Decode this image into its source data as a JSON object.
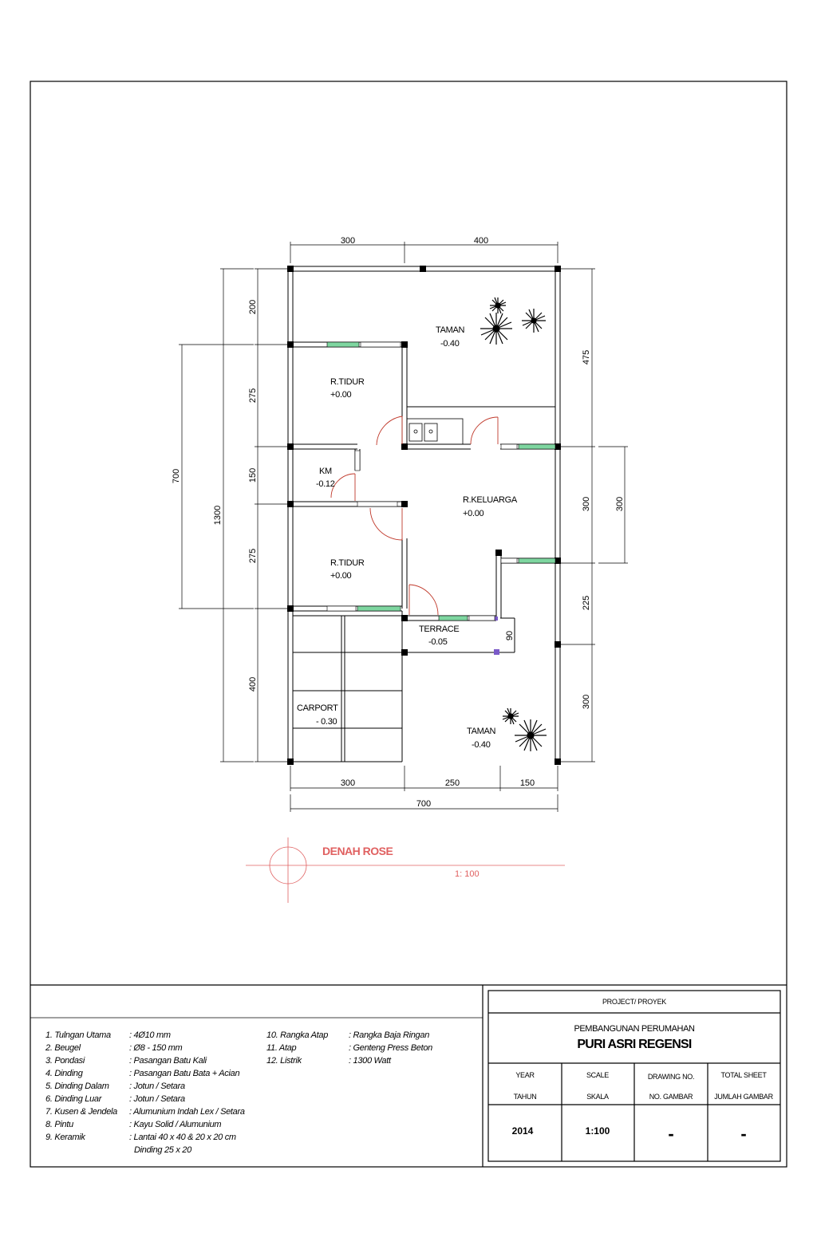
{
  "plan": {
    "top_dims": [
      "300",
      "400"
    ],
    "bottom_dims": [
      "300",
      "250",
      "150"
    ],
    "total_width": "700",
    "left_dims": [
      "200",
      "275",
      "150",
      "275",
      "400"
    ],
    "left_total_inner": "700",
    "left_total": "1300",
    "right_dims": [
      "475",
      "300",
      "225",
      "300"
    ],
    "right_outer": "300",
    "terrace_depth": "90",
    "rooms": [
      {
        "id": "taman-top",
        "name": "TAMAN",
        "level": "-0.40"
      },
      {
        "id": "tidur-1",
        "name": "R.TIDUR",
        "level": "+0.00"
      },
      {
        "id": "km",
        "name": "KM",
        "level": "-0.12"
      },
      {
        "id": "keluarga",
        "name": "R.KELUARGA",
        "level": "+0.00"
      },
      {
        "id": "tidur-2",
        "name": "R.TIDUR",
        "level": "+0.00"
      },
      {
        "id": "terrace",
        "name": "TERRACE",
        "level": "-0.05"
      },
      {
        "id": "carport",
        "name": "CARPORT",
        "level": "- 0.30"
      },
      {
        "id": "taman-bottom",
        "name": "TAMAN",
        "level": "-0.40"
      }
    ],
    "caption_title": "DENAH ROSE",
    "caption_scale": "1: 100",
    "accent_color": "#e06060",
    "window_color": "#7ed6a0"
  },
  "specs": [
    {
      "label": "1. Tulngan Utama",
      "value": ": 4Ø10 mm"
    },
    {
      "label": "2. Beugel",
      "value": ": Ø8 - 150 mm"
    },
    {
      "label": "3. Pondasi",
      "value": ": Pasangan Batu Kali"
    },
    {
      "label": "4. Dinding",
      "value": ": Pasangan Batu Bata + Acian"
    },
    {
      "label": "5. Dinding  Dalam",
      "value": ": Jotun / Setara"
    },
    {
      "label": "6. Dinding Luar",
      "value": ": Jotun / Setara"
    },
    {
      "label": "7. Kusen & Jendela",
      "value": ": Alumunium Indah Lex / Setara"
    },
    {
      "label": "8. Pintu",
      "value": ": Kayu Solid / Alumunium"
    },
    {
      "label": "9. Keramik",
      "value": ": Lantai 40 x 40 & 20 x 20 cm"
    },
    {
      "label": "",
      "value": "Dinding 25 x 20"
    }
  ],
  "specs2": [
    {
      "label": "10. Rangka Atap",
      "value": ": Rangka Baja Ringan"
    },
    {
      "label": "11. Atap",
      "value": ": Genteng Press Beton"
    },
    {
      "label": "12. Listrik",
      "value": ": 1300 Watt"
    }
  ],
  "title_block": {
    "project_label": "PROJECT/ PROYEK",
    "project_subtitle": "PEMBANGUNAN PERUMAHAN",
    "project_name": "PURI ASRI REGENSI",
    "headers": [
      "YEAR",
      "SCALE",
      "DRAWING NO.",
      "TOTAL SHEET"
    ],
    "headers_id": [
      "TAHUN",
      "SKALA",
      "NO. GAMBAR",
      "JUMLAH GAMBAR"
    ],
    "values": [
      "2014",
      "1:100",
      "-",
      "-"
    ]
  }
}
